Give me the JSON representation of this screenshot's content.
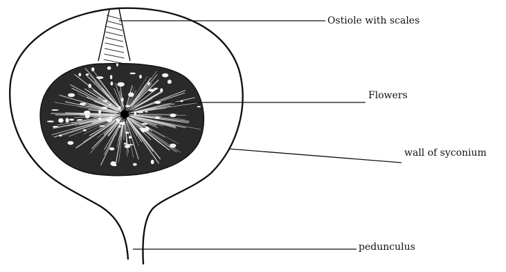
{
  "diagram": {
    "labels": {
      "ostiole": "Ostiole with scales",
      "flowers": "Flowers",
      "wall": "wall of syconium",
      "peduncle": "pedunculus"
    }
  }
}
